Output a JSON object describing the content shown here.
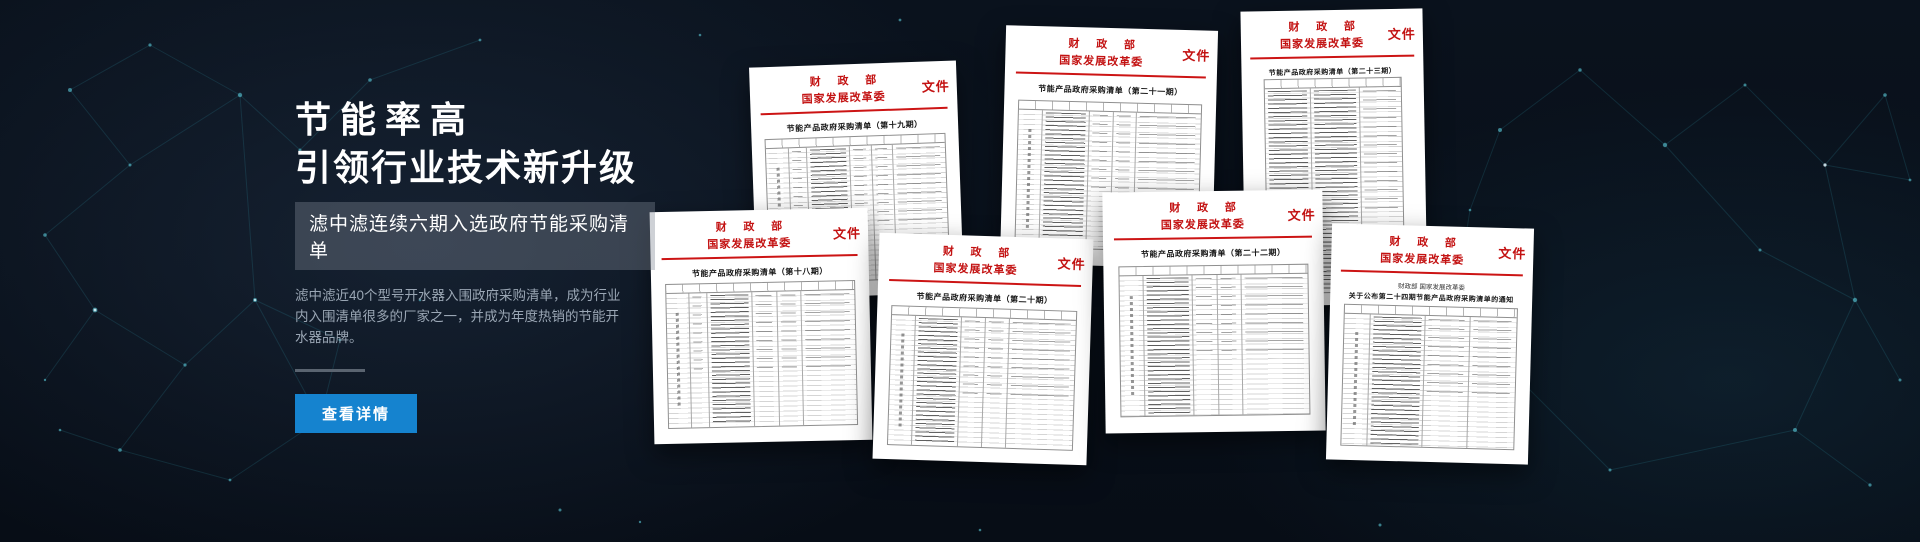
{
  "hero": {
    "title_line1": "节能率高",
    "title_line2": "引领行业技术新升级",
    "badge": "滤中滤连续六期入选政府节能采购清单",
    "description": "滤中滤近40个型号开水器入围政府采购清单，成为行业内入围清单很多的厂家之一，并成为年度热销的节能开水器品牌。",
    "cta_label": "查看详情",
    "accent_color": "#1583cf"
  },
  "letterhead": {
    "line1": "财 政 部",
    "line2": "国家发展改革委",
    "suffix": "文件"
  },
  "documents": [
    {
      "title": "节能产品政府采购清单（第十九期）"
    },
    {
      "title": "节能产品政府采购清单（第二十一期）"
    },
    {
      "title": "节能产品政府采购清单（第二十三期）"
    },
    {
      "title": "节能产品政府采购清单（第十八期）"
    },
    {
      "title": "节能产品政府采购清单（第二十期）"
    },
    {
      "title": "节能产品政府采购清单（第二十二期）"
    },
    {
      "subtitle": "财政部 国家发展改革委",
      "title": "关于公布第二十四期节能产品政府采购清单的通知"
    }
  ]
}
